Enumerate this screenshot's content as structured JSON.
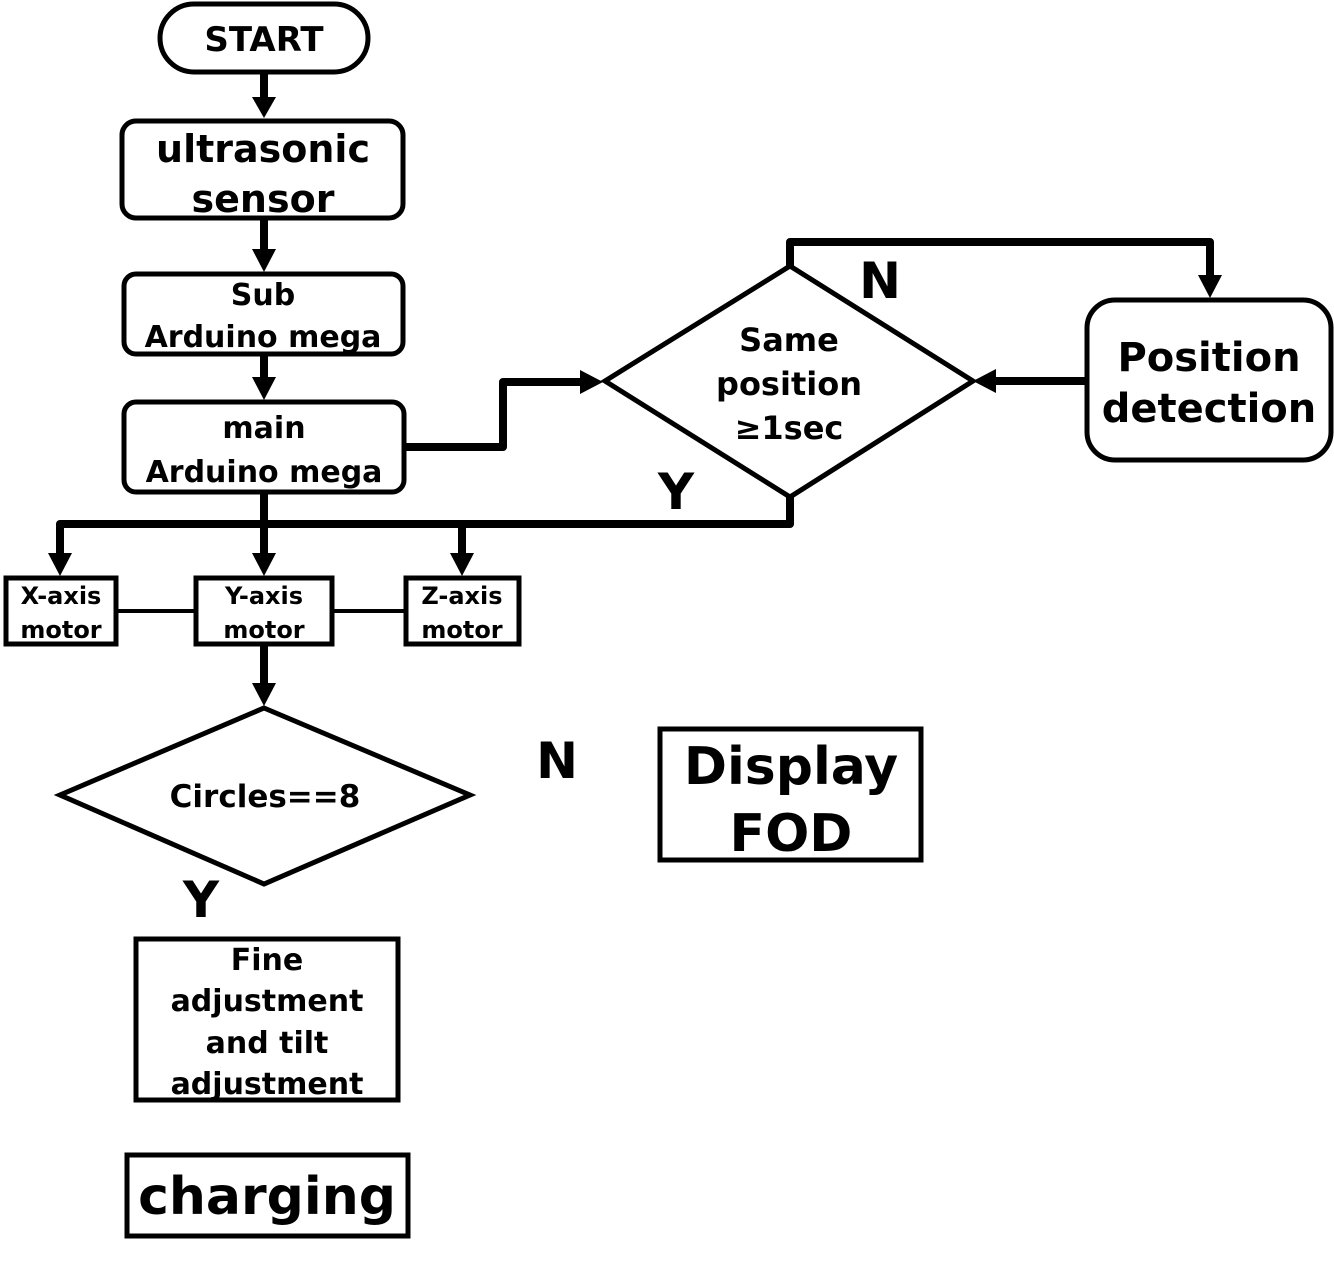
{
  "diagram": {
    "type": "flowchart",
    "colors": {
      "stroke": "#000000",
      "fill": "#ffffff",
      "text": "#000000"
    },
    "nodes": {
      "start": {
        "shape": "terminator",
        "lines": [
          "START"
        ]
      },
      "ultrasonic": {
        "shape": "rounded-rect",
        "lines": [
          "ultrasonic",
          "sensor"
        ]
      },
      "sub_arduino": {
        "shape": "rounded-rect",
        "lines": [
          "Sub",
          "Arduino mega"
        ]
      },
      "main_arduino": {
        "shape": "rounded-rect",
        "lines": [
          "main",
          "Arduino mega"
        ]
      },
      "same_position": {
        "shape": "decision",
        "lines": [
          "Same",
          "position",
          "≥1sec"
        ]
      },
      "position_detection": {
        "shape": "rounded-rect",
        "lines": [
          "Position",
          "detection"
        ]
      },
      "x_motor": {
        "shape": "rect",
        "lines": [
          "X-axis",
          "motor"
        ]
      },
      "y_motor": {
        "shape": "rect",
        "lines": [
          "Y-axis",
          "motor"
        ]
      },
      "z_motor": {
        "shape": "rect",
        "lines": [
          "Z-axis",
          "motor"
        ]
      },
      "circles": {
        "shape": "decision",
        "lines": [
          "Circles==8"
        ]
      },
      "display_fod": {
        "shape": "rect",
        "lines": [
          "Display",
          "FOD"
        ]
      },
      "fine_adjust": {
        "shape": "rect",
        "lines": [
          "Fine",
          "adjustment",
          "and tilt",
          "adjustment"
        ]
      },
      "charging": {
        "shape": "rect",
        "lines": [
          "charging"
        ]
      }
    },
    "labels": {
      "same_position_no": "N",
      "same_position_yes": "Y",
      "circles_no": "N",
      "circles_yes": "Y"
    },
    "edges": [
      {
        "from": "start",
        "to": "ultrasonic"
      },
      {
        "from": "ultrasonic",
        "to": "sub_arduino"
      },
      {
        "from": "sub_arduino",
        "to": "main_arduino"
      },
      {
        "from": "main_arduino",
        "to": "same_position"
      },
      {
        "from": "same_position",
        "to": "position_detection",
        "label": "N"
      },
      {
        "from": "position_detection",
        "to": "same_position"
      },
      {
        "from": "same_position",
        "to": "x_motor",
        "label": "Y"
      },
      {
        "from": "same_position",
        "to": "z_motor",
        "label": "Y"
      },
      {
        "from": "main_arduino",
        "to": "x_motor"
      },
      {
        "from": "main_arduino",
        "to": "y_motor"
      },
      {
        "from": "main_arduino",
        "to": "z_motor"
      },
      {
        "from": "x_motor",
        "to": "y_motor",
        "style": "line"
      },
      {
        "from": "y_motor",
        "to": "z_motor",
        "style": "line"
      },
      {
        "from": "y_motor",
        "to": "circles"
      }
    ]
  }
}
